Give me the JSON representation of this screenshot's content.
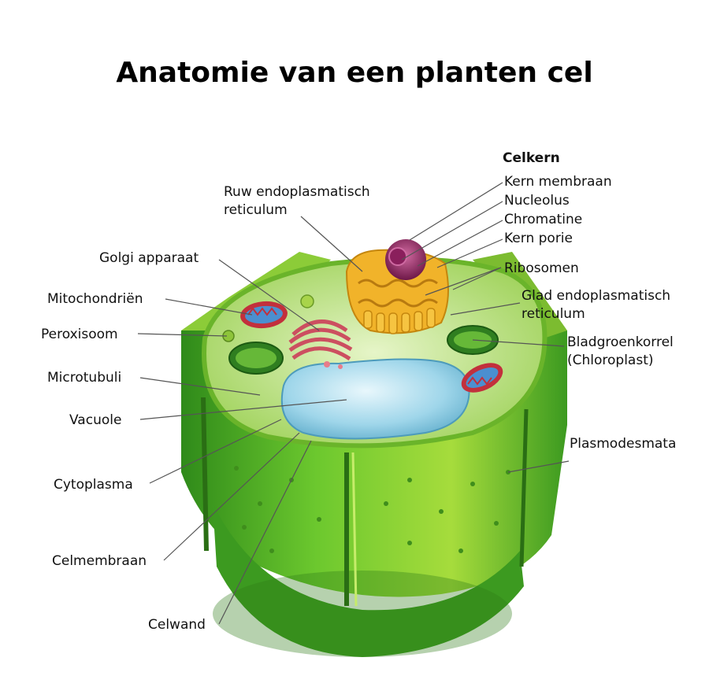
{
  "title": "Anatomie van een planten cel",
  "labels": {
    "celkern": "Celkern",
    "kern_membraan": "Kern membraan",
    "nucleolus": "Nucleolus",
    "chromatine": "Chromatine",
    "kern_porie": "Kern porie",
    "ribosomen": "Ribosomen",
    "glad_er_1": "Glad endoplasmatisch",
    "glad_er_2": "reticulum",
    "bladgroen_1": "Bladgroenkorrel",
    "bladgroen_2": "(Chloroplast)",
    "plasmodesmata": "Plasmodesmata",
    "ruw_er_1": "Ruw endoplasmatisch",
    "ruw_er_2": "reticulum",
    "golgi": "Golgi apparaat",
    "mitochondrien": "Mitochondriën",
    "peroxisoom": "Peroxisoom",
    "microtubuli": "Microtubuli",
    "vacuole": "Vacuole",
    "cytoplasma": "Cytoplasma",
    "celmembraan": "Celmembraan",
    "celwand": "Celwand"
  },
  "colors": {
    "wall_dark": "#2f8a1a",
    "wall_mid": "#5cbf2a",
    "wall_light": "#a6dc3c",
    "cytoplasm": "#c8e6a0",
    "vacuole": "#8ecfe6",
    "nucleus": "#f0b020",
    "nucleolus": "#9b2a6a",
    "mitochondria": "#c0303a",
    "chloroplast": "#3e9a2a",
    "golgi": "#d8606e",
    "leader_line": "#555555"
  }
}
